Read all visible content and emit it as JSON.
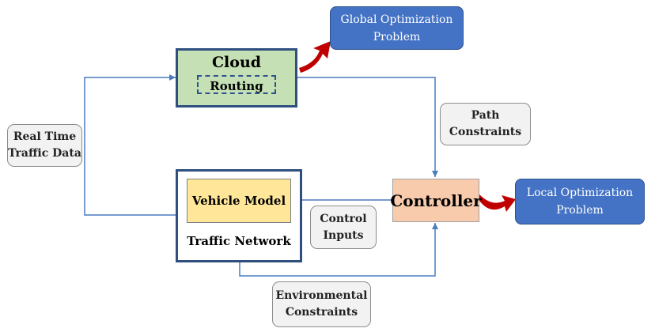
{
  "nodes": {
    "cloud": {
      "title": "Cloud",
      "inner": "Routing"
    },
    "global_opt": {
      "label": "Global Optimization\nProblem"
    },
    "local_opt": {
      "label": "Local Optimization\nProblem"
    },
    "controller": {
      "label": "Controller"
    },
    "traffic_network": {
      "title": "Traffic Network",
      "inner": "Vehicle Model"
    }
  },
  "edge_labels": {
    "real_time": "Real Time\nTraffic Data",
    "path_constraints": "Path\nConstraints",
    "control_inputs": "Control\nInputs",
    "environmental_constraints": "Environmental\nConstraints"
  },
  "colors": {
    "cloud_fill": "#c5e0b4",
    "cloud_border": "#2f4f7f",
    "controller_fill": "#f8cbad",
    "vehicle_fill": "#ffe699",
    "optimization_fill": "#4472c4",
    "arrow_line": "#4a7cc0",
    "red_arrow": "#c00000"
  }
}
